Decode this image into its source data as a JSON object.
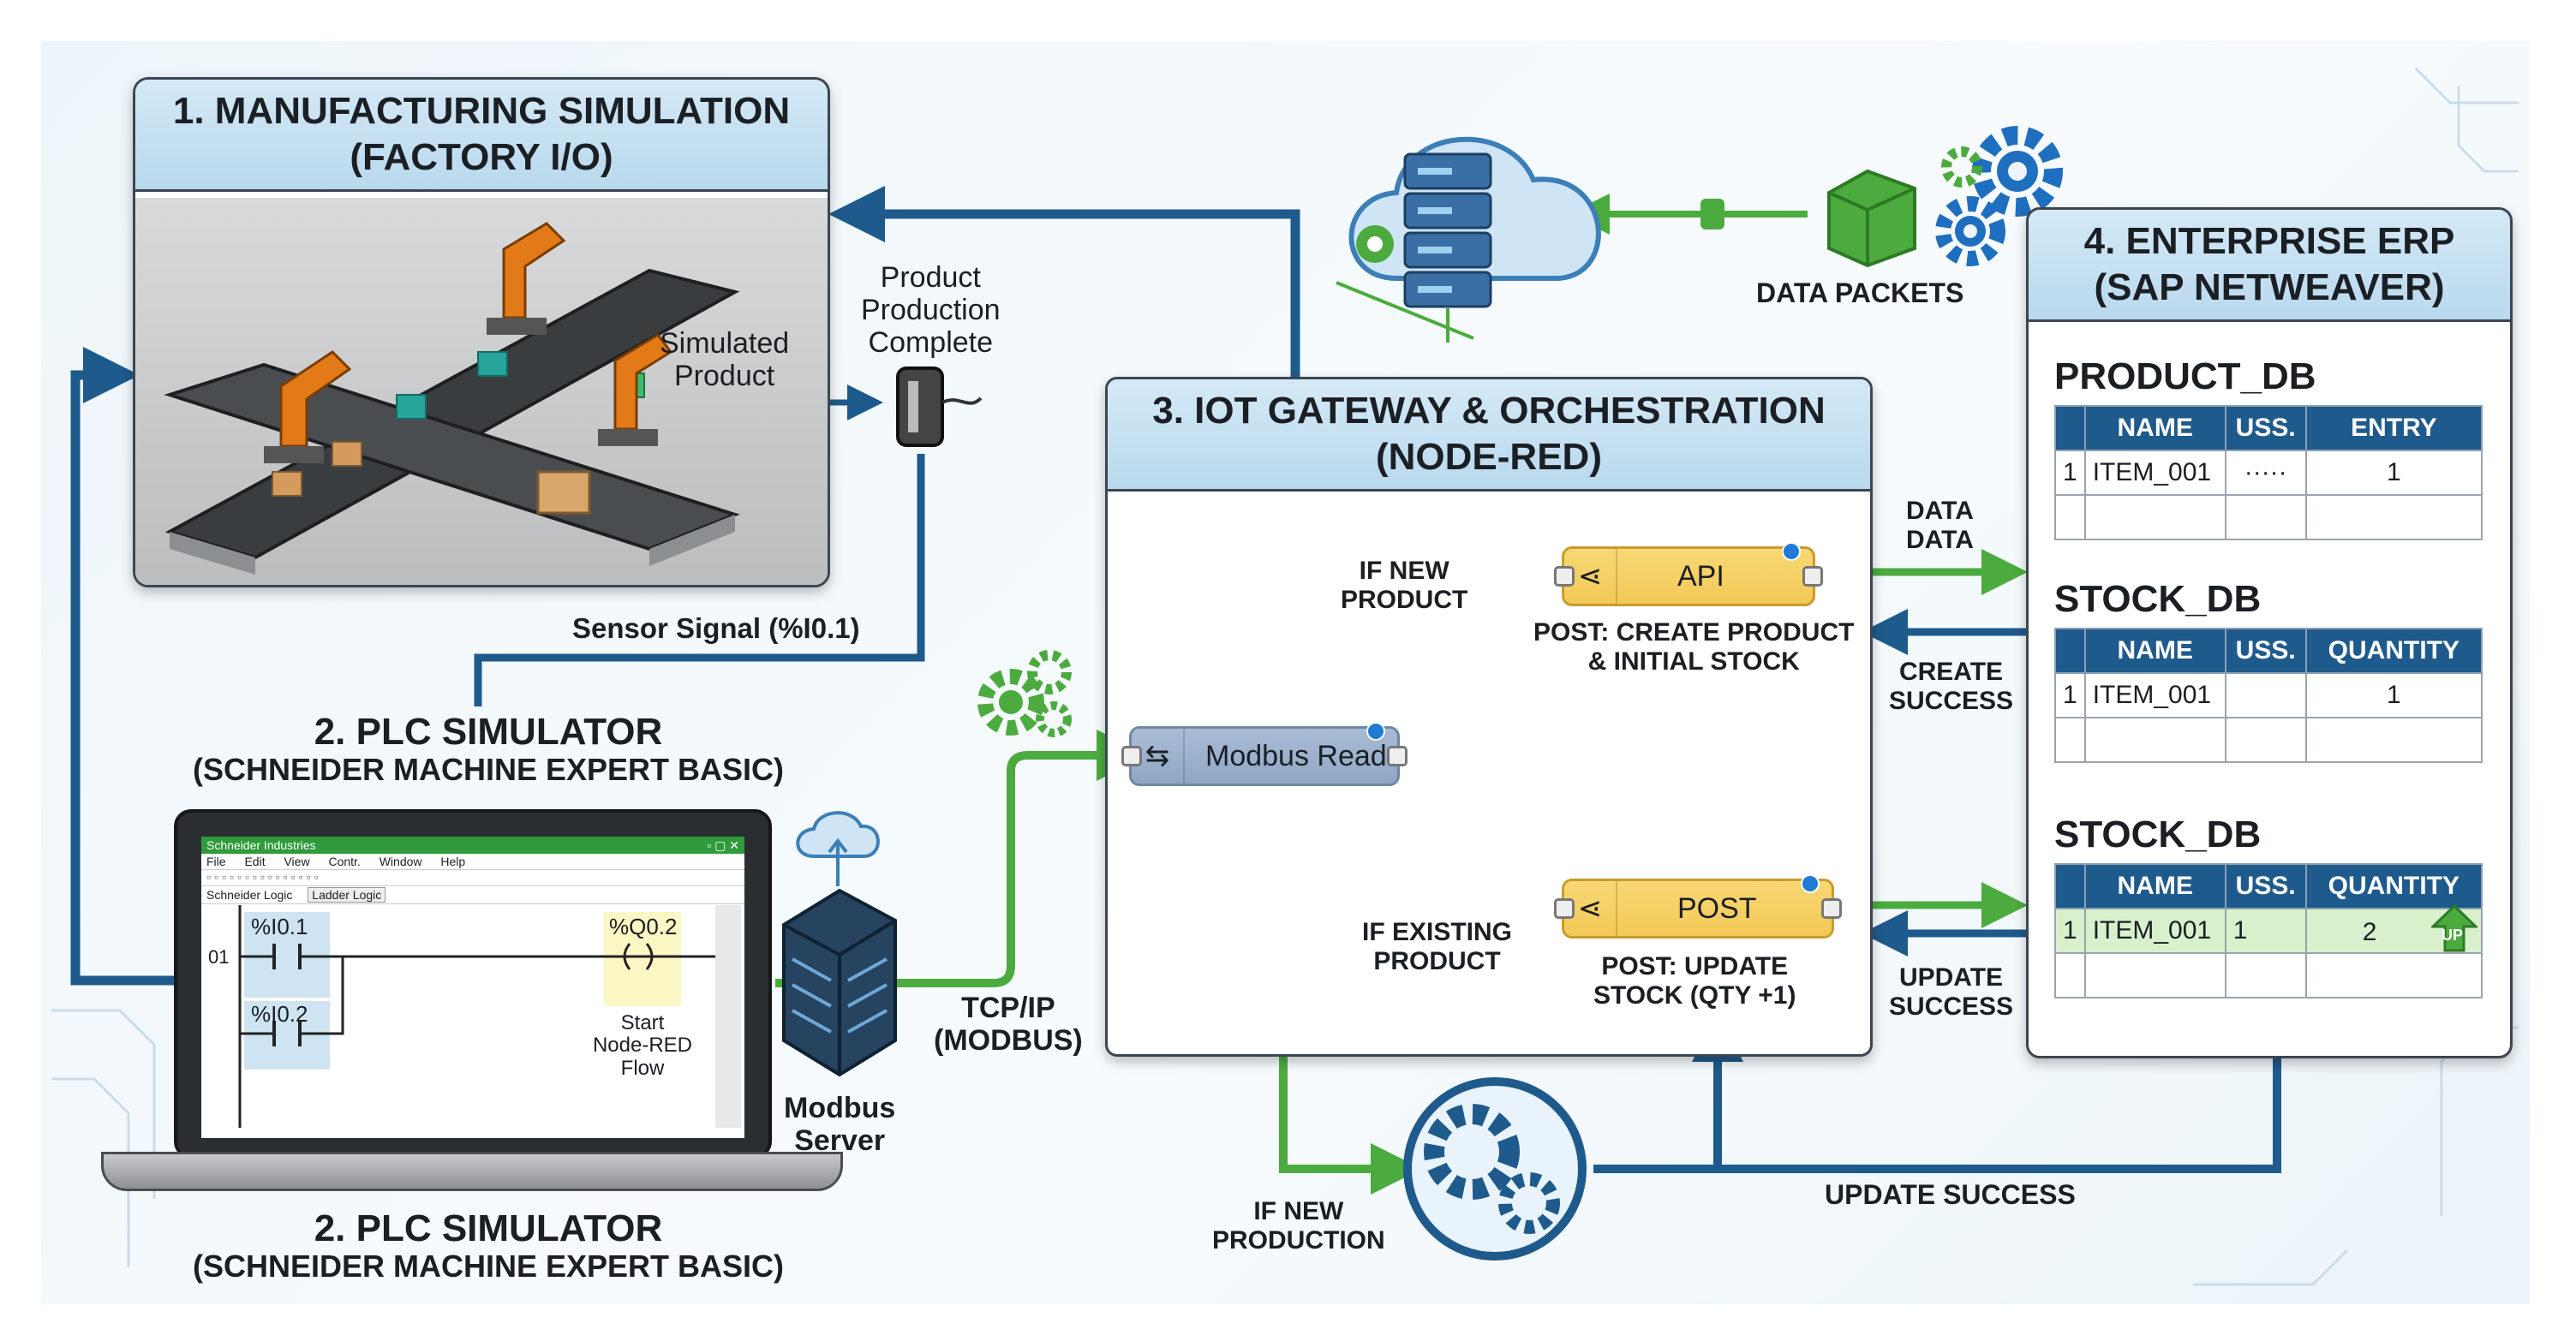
{
  "factory": {
    "title_line1": "1. MANUFACTURING SIMULATION",
    "title_line2": "(FACTORY I/O)"
  },
  "plc": {
    "title_line1": "2. PLC SIMULATOR",
    "title_line2": "(SCHNEIDER MACHINE EXPERT BASIC)",
    "app_title": "Schneider Industries",
    "menu": [
      "File",
      "Edit",
      "View",
      "Contr.",
      "Window",
      "Help"
    ],
    "tabs": [
      "Schneider Logic",
      "Ladder Logic"
    ],
    "rung_number": "01",
    "contact_1": "%I0.1",
    "contact_2": "%I0.2",
    "coil": "%Q0.2",
    "coil_symbol": "( )",
    "coil_desc_1": "Start",
    "coil_desc_2": "Node-RED",
    "coil_desc_3": "Flow"
  },
  "gateway": {
    "title_line1": "3. IOT GATEWAY & ORCHESTRATION",
    "title_line2": "(NODE-RED)",
    "modbus_node": "Modbus Read",
    "api_node": "API",
    "post_node": "POST",
    "if_new_1": "IF NEW",
    "if_new_2": "PRODUCT",
    "if_existing_1": "IF EXISTING",
    "if_existing_2": "PRODUCT",
    "api_desc_1": "POST: CREATE PRODUCT",
    "api_desc_2": "& INITIAL STOCK",
    "post_desc_1": "POST: UPDATE",
    "post_desc_2": "STOCK (QTY +1)"
  },
  "erp": {
    "title_line1": "4. ENTERPRISE ERP",
    "title_line2": "(SAP NETWEAVER)",
    "product_db": {
      "title": "PRODUCT_DB",
      "headers": [
        "",
        "NAME",
        "USS.",
        "ENTRY"
      ],
      "rows": [
        [
          "1",
          "ITEM_001",
          "·····",
          "1"
        ],
        [
          "",
          "",
          "",
          ""
        ]
      ]
    },
    "stock_db_1": {
      "title": "STOCK_DB",
      "headers": [
        "",
        "NAME",
        "USS.",
        "QUANTITY"
      ],
      "rows": [
        [
          "1",
          "ITEM_001",
          "",
          "1"
        ],
        [
          "",
          "",
          "",
          ""
        ]
      ]
    },
    "stock_db_2": {
      "title": "STOCK_DB",
      "headers": [
        "",
        "NAME",
        "USS.",
        "QUANTITY"
      ],
      "rows": [
        [
          "1",
          "ITEM_001",
          "1",
          "2"
        ],
        [
          "",
          "",
          "",
          ""
        ]
      ],
      "up_badge": "UP"
    }
  },
  "labels": {
    "simulated_1": "Simulated",
    "simulated_2": "Product",
    "production_1": "Product",
    "production_2": "Production",
    "production_3": "Complete",
    "sensor_signal": "Sensor Signal (%I0.1)",
    "tcpip_1": "TCP/IP",
    "tcpip_2": "(MODBUS)",
    "modbus_server_1": "Modbus",
    "modbus_server_2": "Server",
    "data_packets": "DATA PACKETS",
    "data_1": "DATA",
    "data_2": "DATA",
    "create_1": "CREATE",
    "create_2": "SUCCESS",
    "update_1": "UPDATE",
    "update_2": "SUCCESS",
    "update_success": "UPDATE SUCCESS",
    "if_new_production_1": "IF NEW",
    "if_new_production_2": "PRODUCTION",
    "bottom_title_1": "2. PLC SIMULATOR",
    "bottom_title_2": "(SCHNEIDER MACHINE EXPERT BASIC)"
  },
  "colors": {
    "blue_arrow": "#1f5a8c",
    "green_arrow": "#4cab3e",
    "header_blue": "#1f5a8c",
    "node_gold": "#f2c957",
    "node_grey_blue": "#8fa7c4"
  }
}
